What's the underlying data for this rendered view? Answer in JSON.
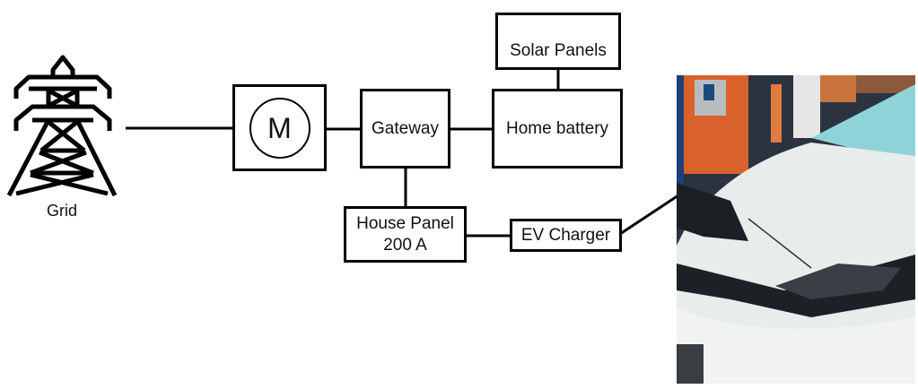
{
  "diagram": {
    "nodes": {
      "grid": {
        "label": "Grid",
        "icon": "transmission-tower-icon"
      },
      "meter": {
        "label": "M"
      },
      "gateway": {
        "label": "Gateway"
      },
      "solar": {
        "label": "Solar Panels"
      },
      "battery": {
        "label": "Home battery"
      },
      "panel": {
        "label_line1": "House Panel",
        "label_line2": "200 A"
      },
      "charger": {
        "label": "EV Charger"
      },
      "ev_photo": {
        "description": "White electric car charging at a public charging station"
      }
    },
    "edges": [
      [
        "grid",
        "meter"
      ],
      [
        "meter",
        "gateway"
      ],
      [
        "gateway",
        "battery"
      ],
      [
        "battery",
        "solar"
      ],
      [
        "gateway",
        "panel"
      ],
      [
        "panel",
        "charger"
      ],
      [
        "charger",
        "ev_photo"
      ]
    ]
  }
}
